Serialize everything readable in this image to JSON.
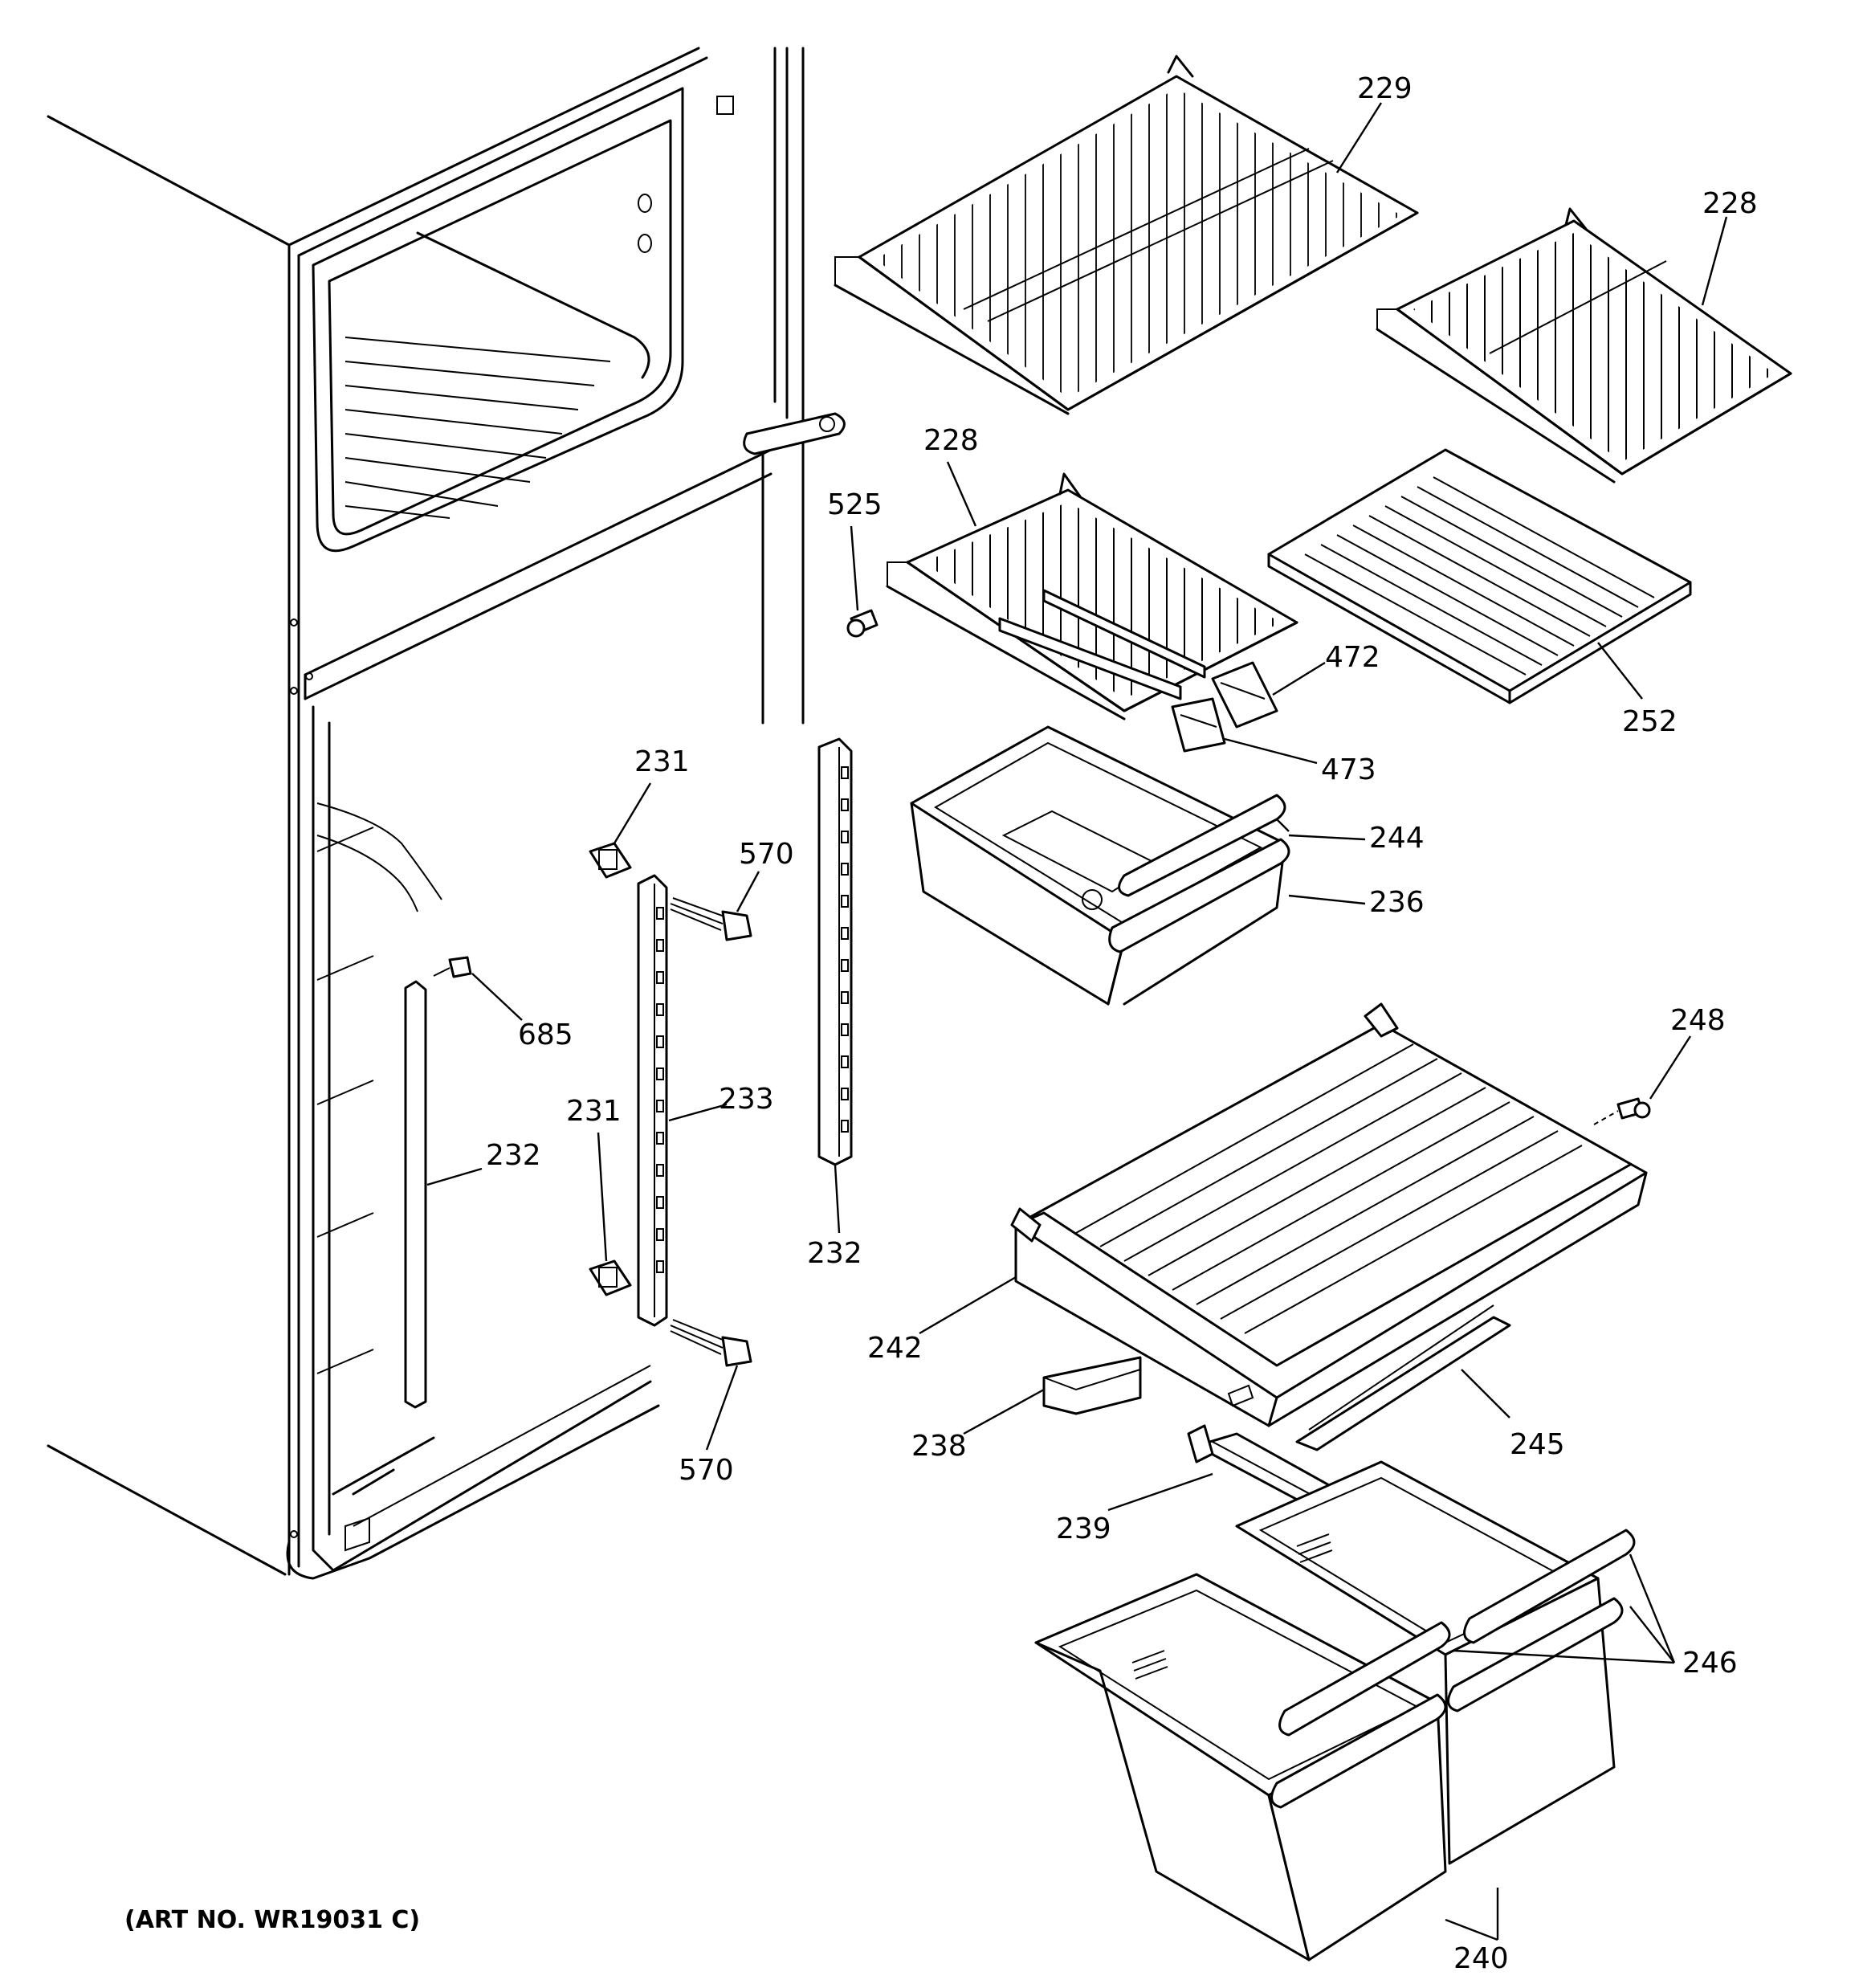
{
  "art_number": "(ART NO. WR19031 C)",
  "callouts": [
    {
      "id": "c229",
      "label": "229"
    },
    {
      "id": "c228a",
      "label": "228"
    },
    {
      "id": "c228b",
      "label": "228"
    },
    {
      "id": "c525",
      "label": "525"
    },
    {
      "id": "c472",
      "label": "472"
    },
    {
      "id": "c252",
      "label": "252"
    },
    {
      "id": "c473",
      "label": "473"
    },
    {
      "id": "c231a",
      "label": "231"
    },
    {
      "id": "c570a",
      "label": "570"
    },
    {
      "id": "c244",
      "label": "244"
    },
    {
      "id": "c236",
      "label": "236"
    },
    {
      "id": "c685",
      "label": "685"
    },
    {
      "id": "c248",
      "label": "248"
    },
    {
      "id": "c231b",
      "label": "231"
    },
    {
      "id": "c233",
      "label": "233"
    },
    {
      "id": "c232a",
      "label": "232"
    },
    {
      "id": "c232b",
      "label": "232"
    },
    {
      "id": "c242",
      "label": "242"
    },
    {
      "id": "c238",
      "label": "238"
    },
    {
      "id": "c570b",
      "label": "570"
    },
    {
      "id": "c245",
      "label": "245"
    },
    {
      "id": "c239",
      "label": "239"
    },
    {
      "id": "c246",
      "label": "246"
    },
    {
      "id": "c240",
      "label": "240"
    }
  ]
}
